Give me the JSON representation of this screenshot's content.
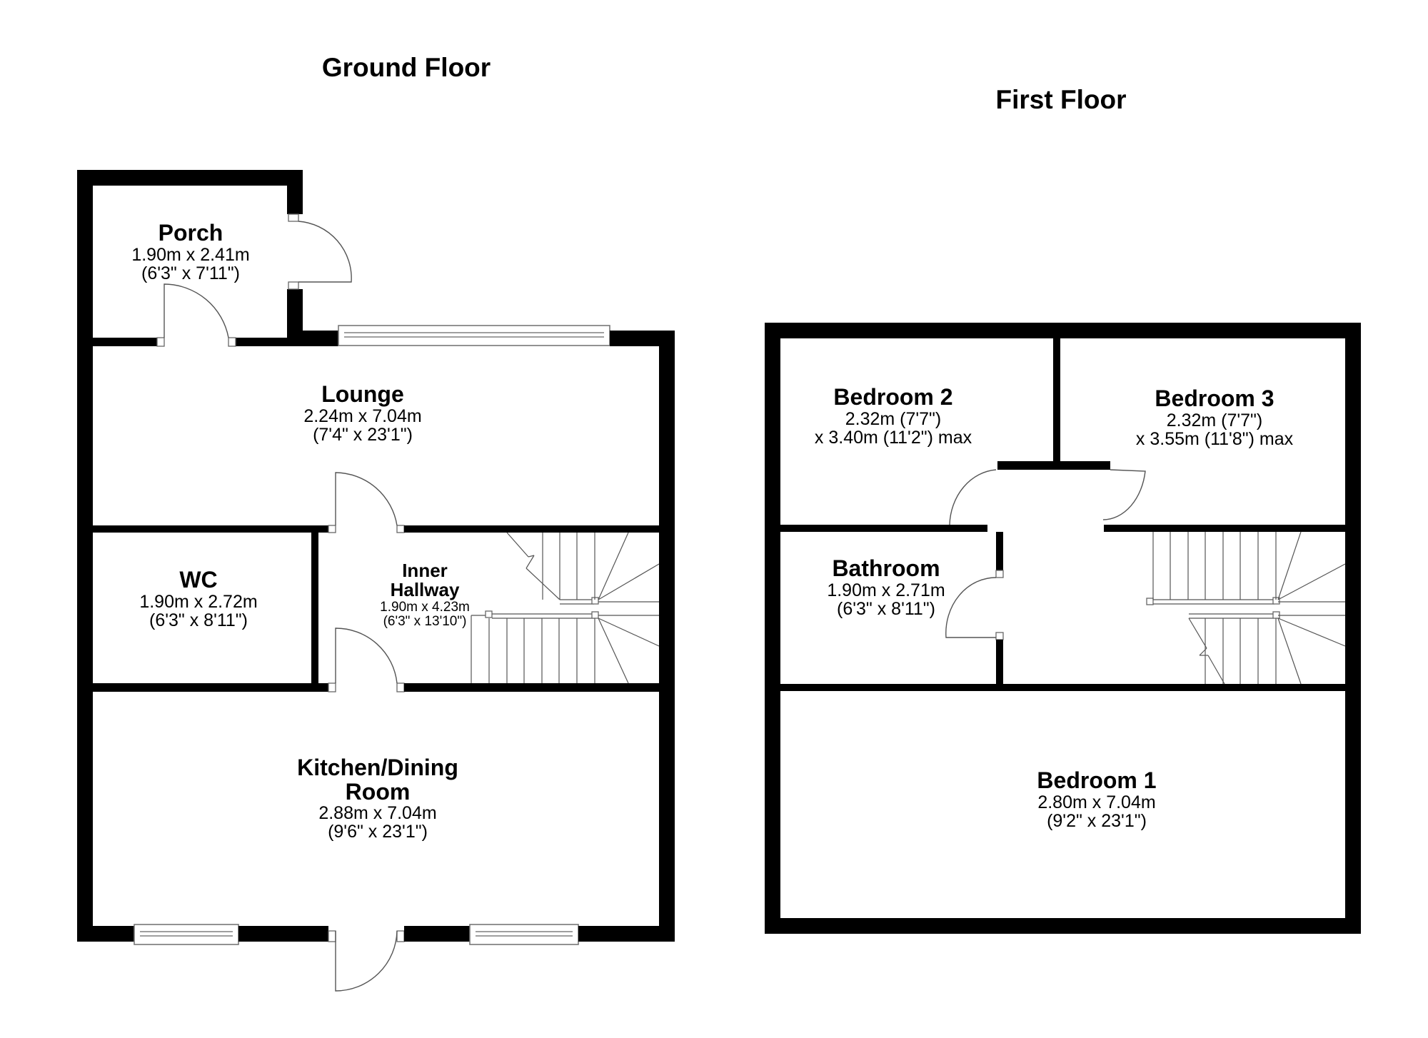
{
  "floors": [
    {
      "title": "Ground Floor",
      "rooms": [
        {
          "name": "Porch",
          "dims": "1.90m x 2.41m",
          "dims_imperial": "(6'3\" x 7'11\")"
        },
        {
          "name": "Lounge",
          "dims": "2.24m x 7.04m",
          "dims_imperial": "(7'4\" x 23'1\")"
        },
        {
          "name": "WC",
          "dims": "1.90m x 2.72m",
          "dims_imperial": "(6'3\" x 8'11\")"
        },
        {
          "name_line1": "Inner",
          "name_line2": "Hallway",
          "dims": "1.90m x 4.23m",
          "dims_imperial": "(6'3\" x 13'10\")"
        },
        {
          "name_line1": "Kitchen/Dining",
          "name_line2": "Room",
          "dims": "2.88m x 7.04m",
          "dims_imperial": "(9'6\" x 23'1\")"
        }
      ]
    },
    {
      "title": "First Floor",
      "rooms": [
        {
          "name": "Bedroom 2",
          "dims": "2.32m (7'7\")",
          "dims_imperial": "x 3.40m (11'2\") max"
        },
        {
          "name": "Bedroom 3",
          "dims": "2.32m (7'7\")",
          "dims_imperial": "x 3.55m (11'8\") max"
        },
        {
          "name": "Bathroom",
          "dims": "1.90m x 2.71m",
          "dims_imperial": "(6'3\" x 8'11\")"
        },
        {
          "name": "Bedroom 1",
          "dims": "2.80m x 7.04m",
          "dims_imperial": "(9'2\" x 23'1\")"
        }
      ]
    }
  ],
  "colors": {
    "wall": "#000000",
    "background": "#ffffff",
    "fixture_line": "#555555"
  }
}
